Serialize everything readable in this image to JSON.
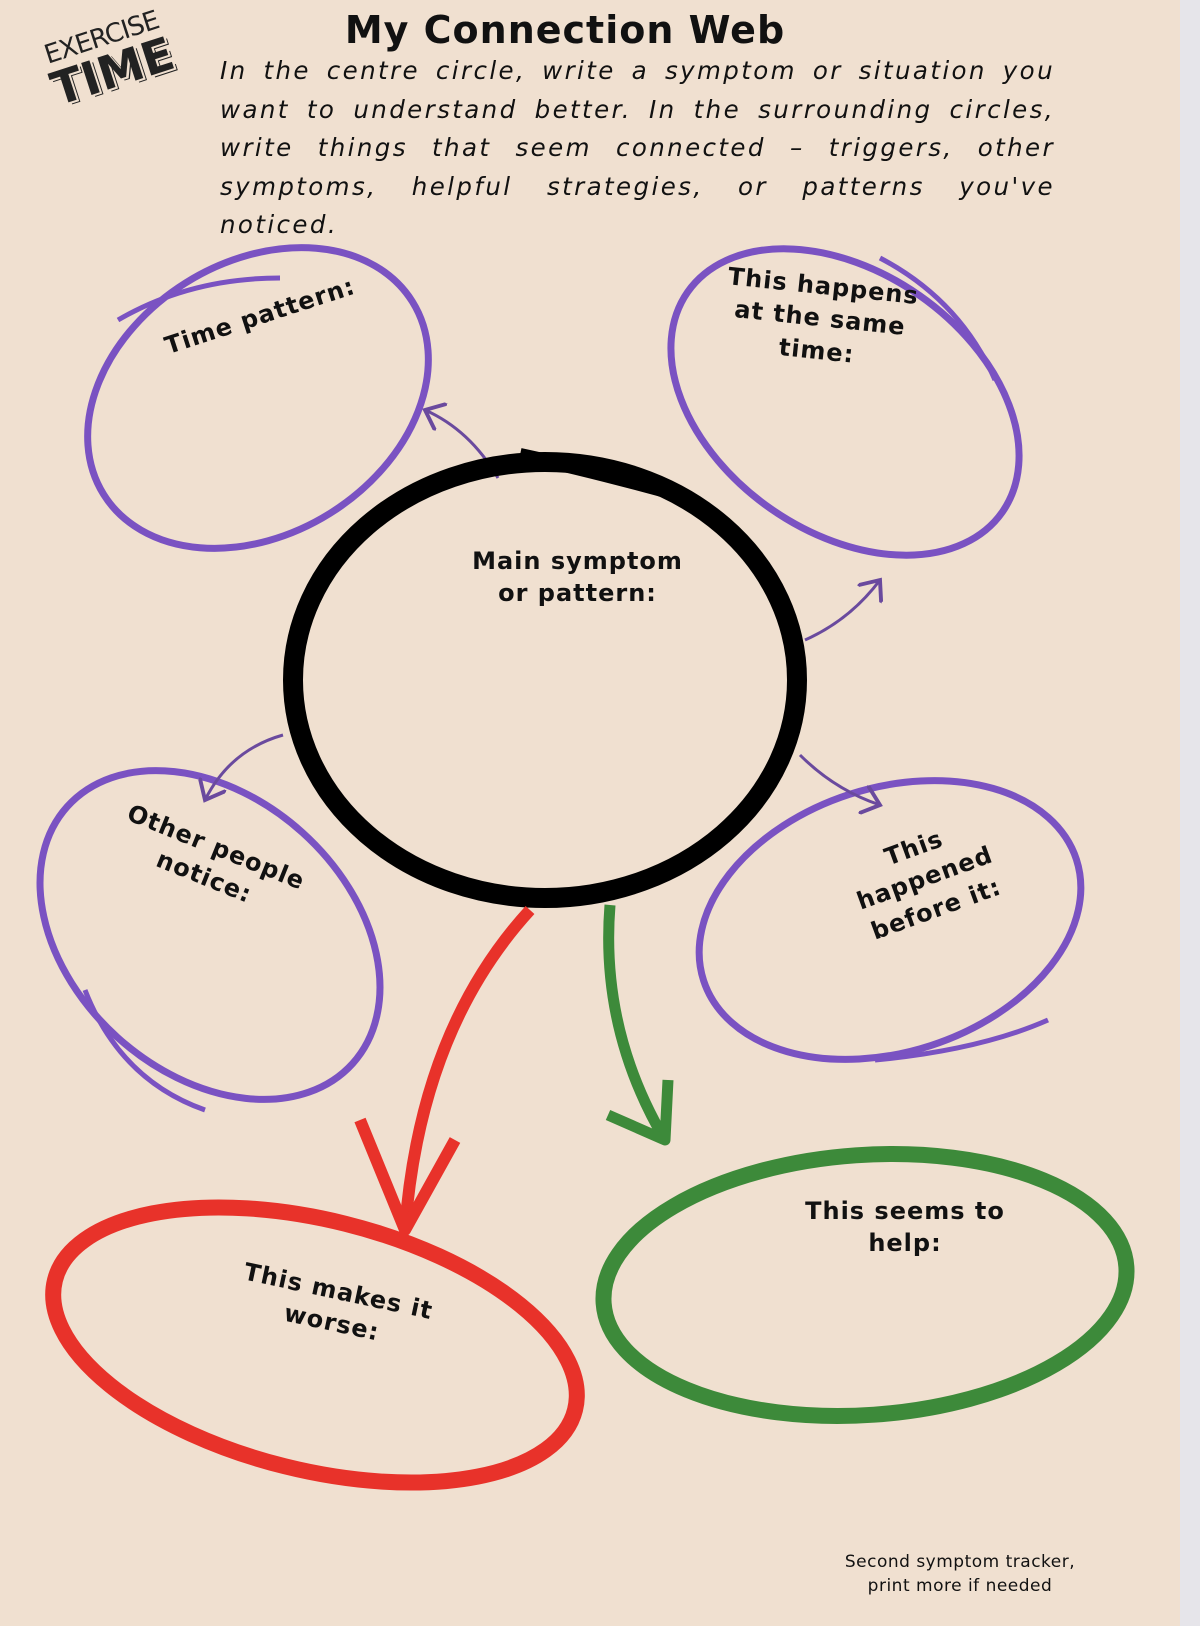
{
  "logo": {
    "line1": "EXERCISE",
    "line2": "TIME"
  },
  "title": "My Connection Web",
  "instructions": "In the centre circle, write a symptom or situation you want to understand better. In the surrounding circles, write things that seem connected – triggers, other symptoms, helpful strategies, or patterns you've noticed.",
  "circles": {
    "main": "Main symptom or pattern:",
    "time_pattern": "Time pattern:",
    "same_time": "This happens at the same time:",
    "other_people": "Other people notice:",
    "before": "This happened before it:",
    "worse": "This makes it worse:",
    "helps": "This seems to help:"
  },
  "colors": {
    "purple": "#7a52c2",
    "black": "#000000",
    "red": "#e8322a",
    "green": "#3d8a3a",
    "paper": "#f0e0d0"
  },
  "footer": {
    "line1": "Second symptom tracker,",
    "line2": "print more if needed"
  }
}
